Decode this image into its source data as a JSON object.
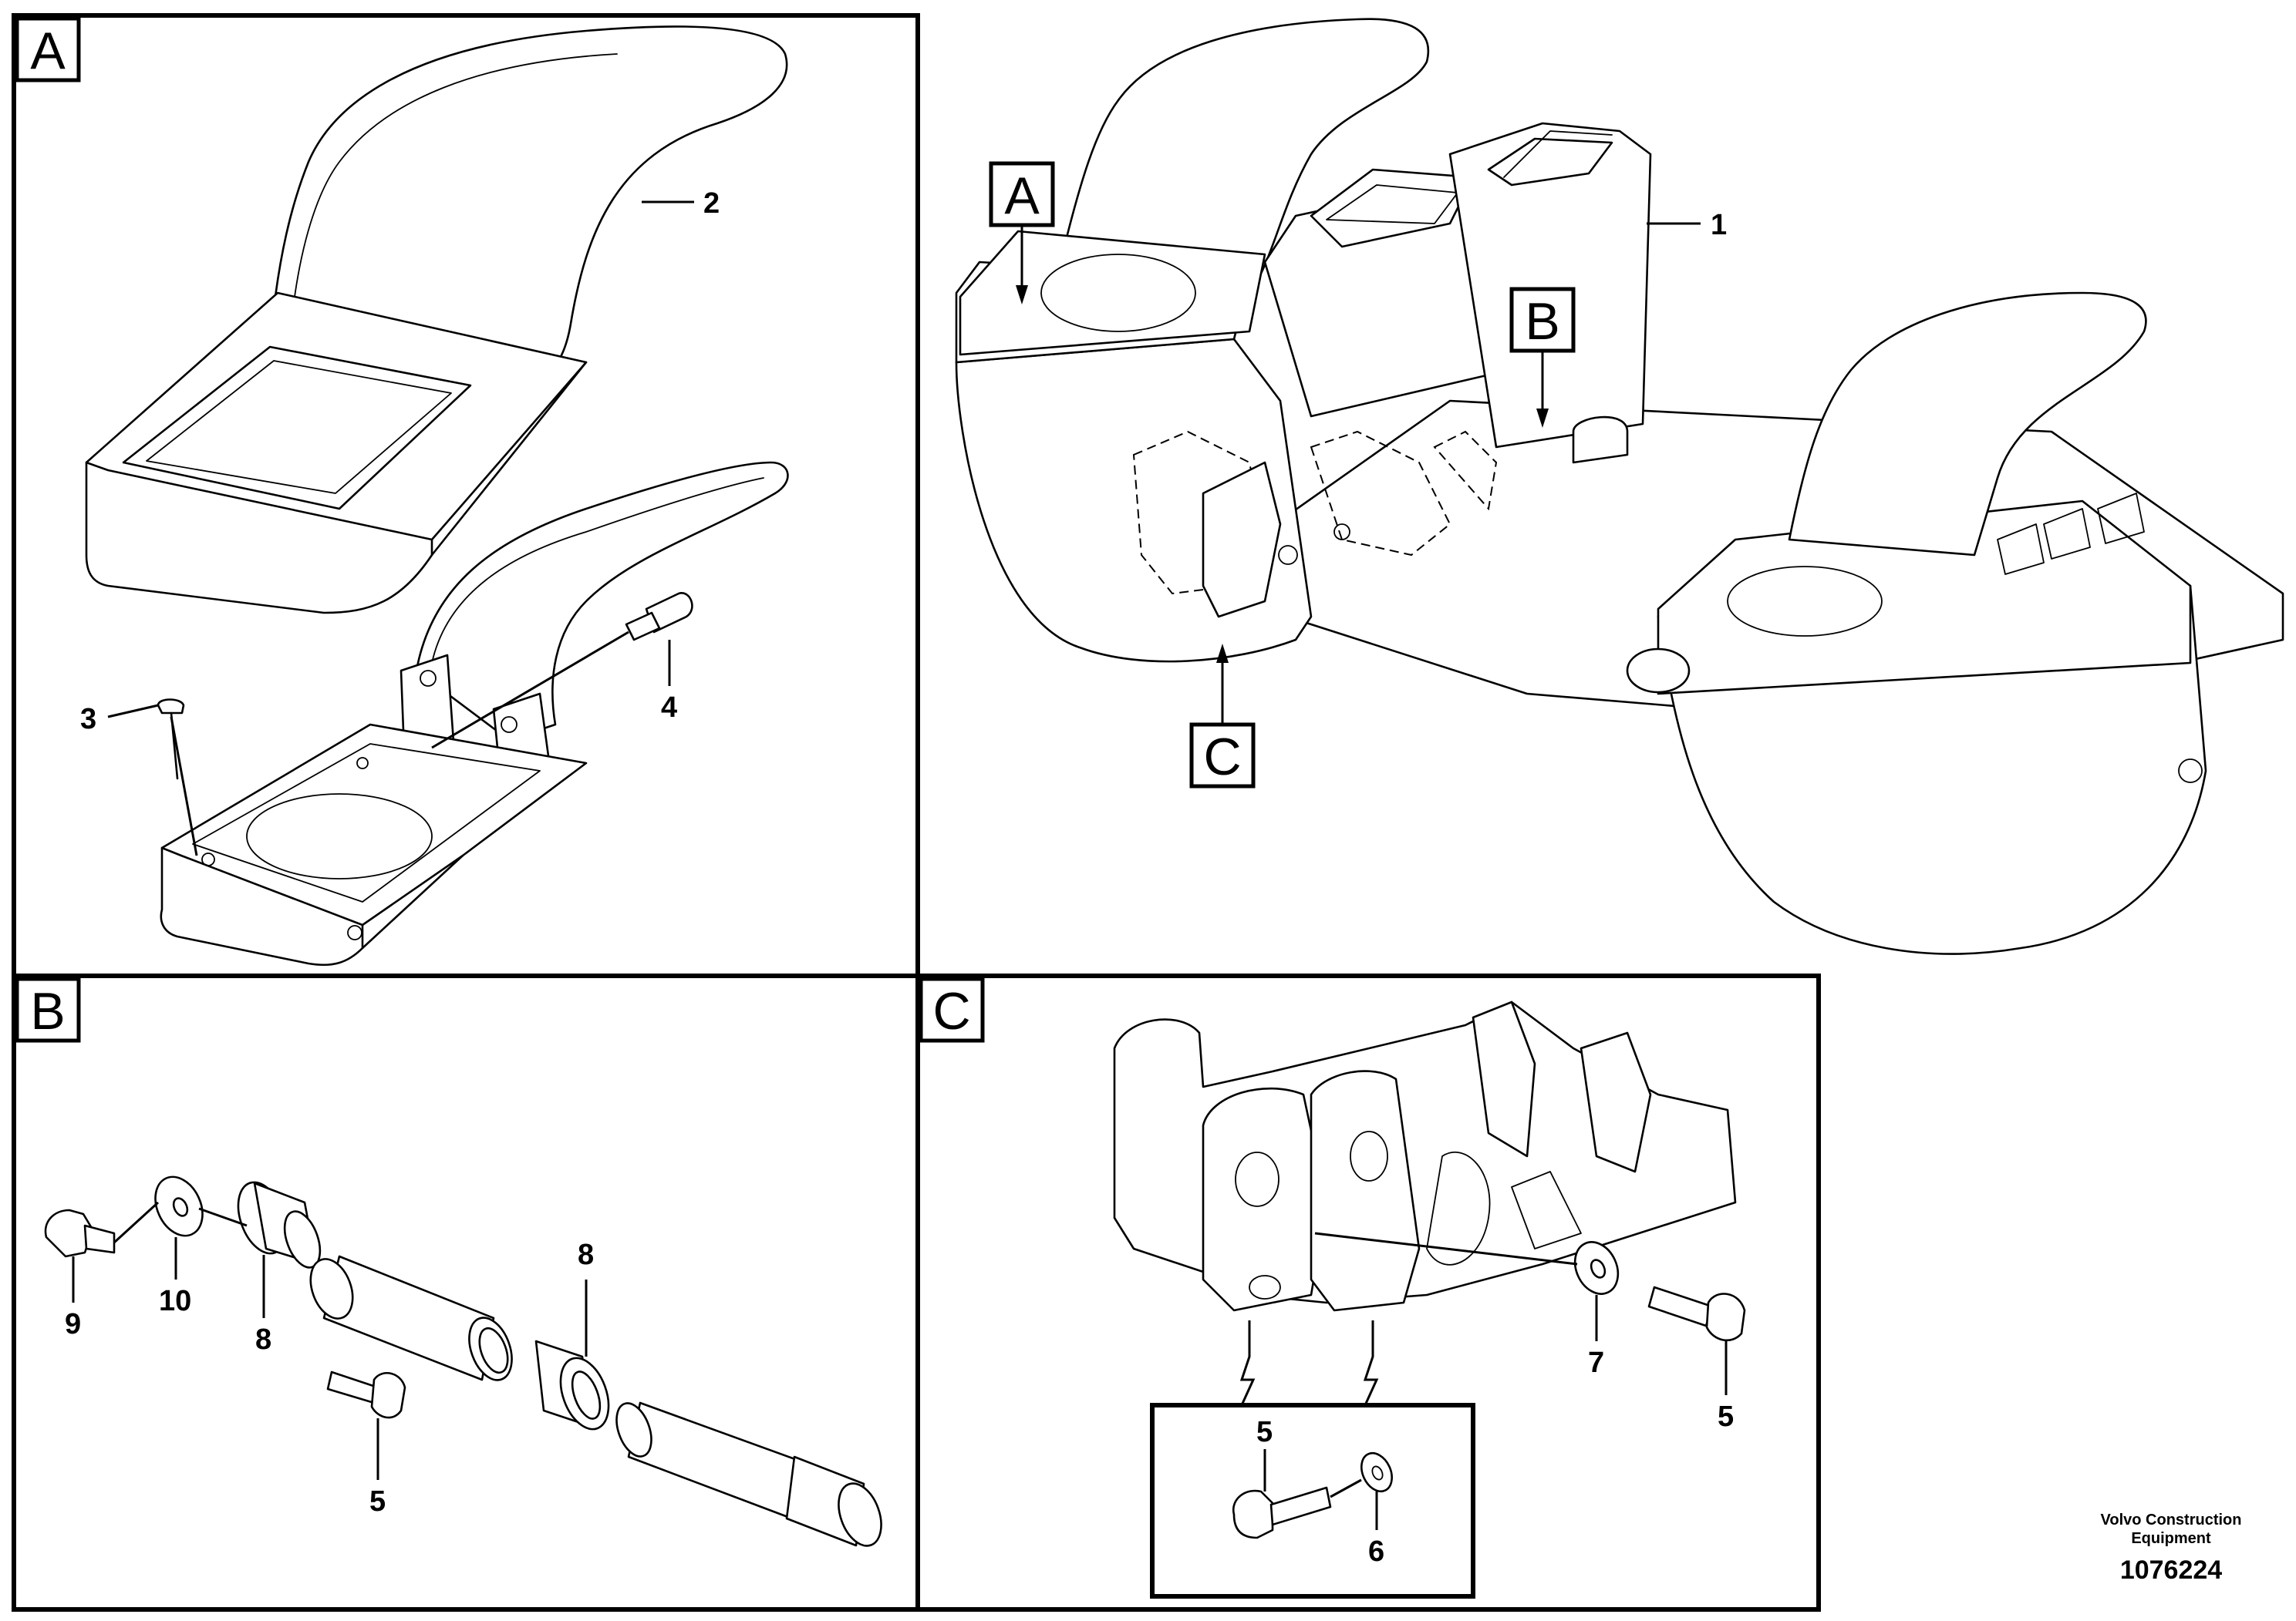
{
  "panels": {
    "a": {
      "label": "A"
    },
    "b": {
      "label": "B"
    },
    "c": {
      "label": "C"
    }
  },
  "overview_labels": {
    "a": "A",
    "b": "B",
    "c": "C"
  },
  "callouts": {
    "overview": [
      "1"
    ],
    "panel_a": [
      "2",
      "3",
      "4"
    ],
    "panel_b": [
      "9",
      "10",
      "8",
      "8",
      "5"
    ],
    "panel_c": [
      "7",
      "5",
      "5",
      "6"
    ]
  },
  "credit": {
    "line1": "Volvo Construction",
    "line2": "Equipment",
    "doc_number": "1076224"
  }
}
